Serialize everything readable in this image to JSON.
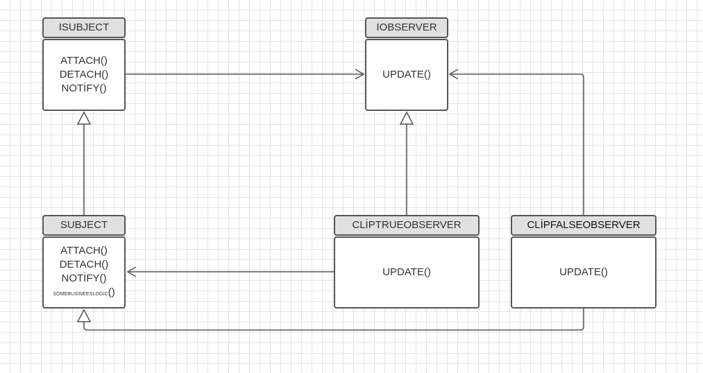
{
  "classes": {
    "isubject": {
      "name": "ISUBJECT",
      "methods": [
        "ATTACH()",
        "DETACH()",
        "NOTİFY()"
      ]
    },
    "iobserver": {
      "name": "IOBSERVER",
      "methods": [
        "UPDATE()"
      ]
    },
    "subject": {
      "name": "SUBJECT",
      "methods": [
        "ATTACH()",
        "DETACH()",
        "NOTİFY()"
      ],
      "extra_method_name": "SOMEBUSİNEESLOGIC",
      "extra_method_parens": "()"
    },
    "cliptrue": {
      "name": "CLİPTRUEOBSERVER",
      "methods": [
        "UPDATE()"
      ]
    },
    "clipfalse": {
      "name": "CLİPFALSEOBSERVER",
      "methods": [
        "UPDATE()"
      ]
    }
  },
  "relations": [
    {
      "from": "ISUBJECT",
      "to": "IOBSERVER",
      "type": "association"
    },
    {
      "from": "CLİPFALSEOBSERVER",
      "to": "IOBSERVER",
      "type": "association"
    },
    {
      "from": "SUBJECT",
      "to": "ISUBJECT",
      "type": "generalization"
    },
    {
      "from": "CLİPTRUEOBSERVER",
      "to": "IOBSERVER",
      "type": "generalization"
    },
    {
      "from": "CLİPTRUEOBSERVER",
      "to": "SUBJECT",
      "type": "association"
    },
    {
      "from": "CLİPFALSEOBSERVER",
      "to": "SUBJECT",
      "type": "generalization"
    }
  ],
  "colors": {
    "line": "#555555",
    "header_fill": "#e0e0e0",
    "body_fill": "#ffffff",
    "grid": "#e4e4e4"
  }
}
